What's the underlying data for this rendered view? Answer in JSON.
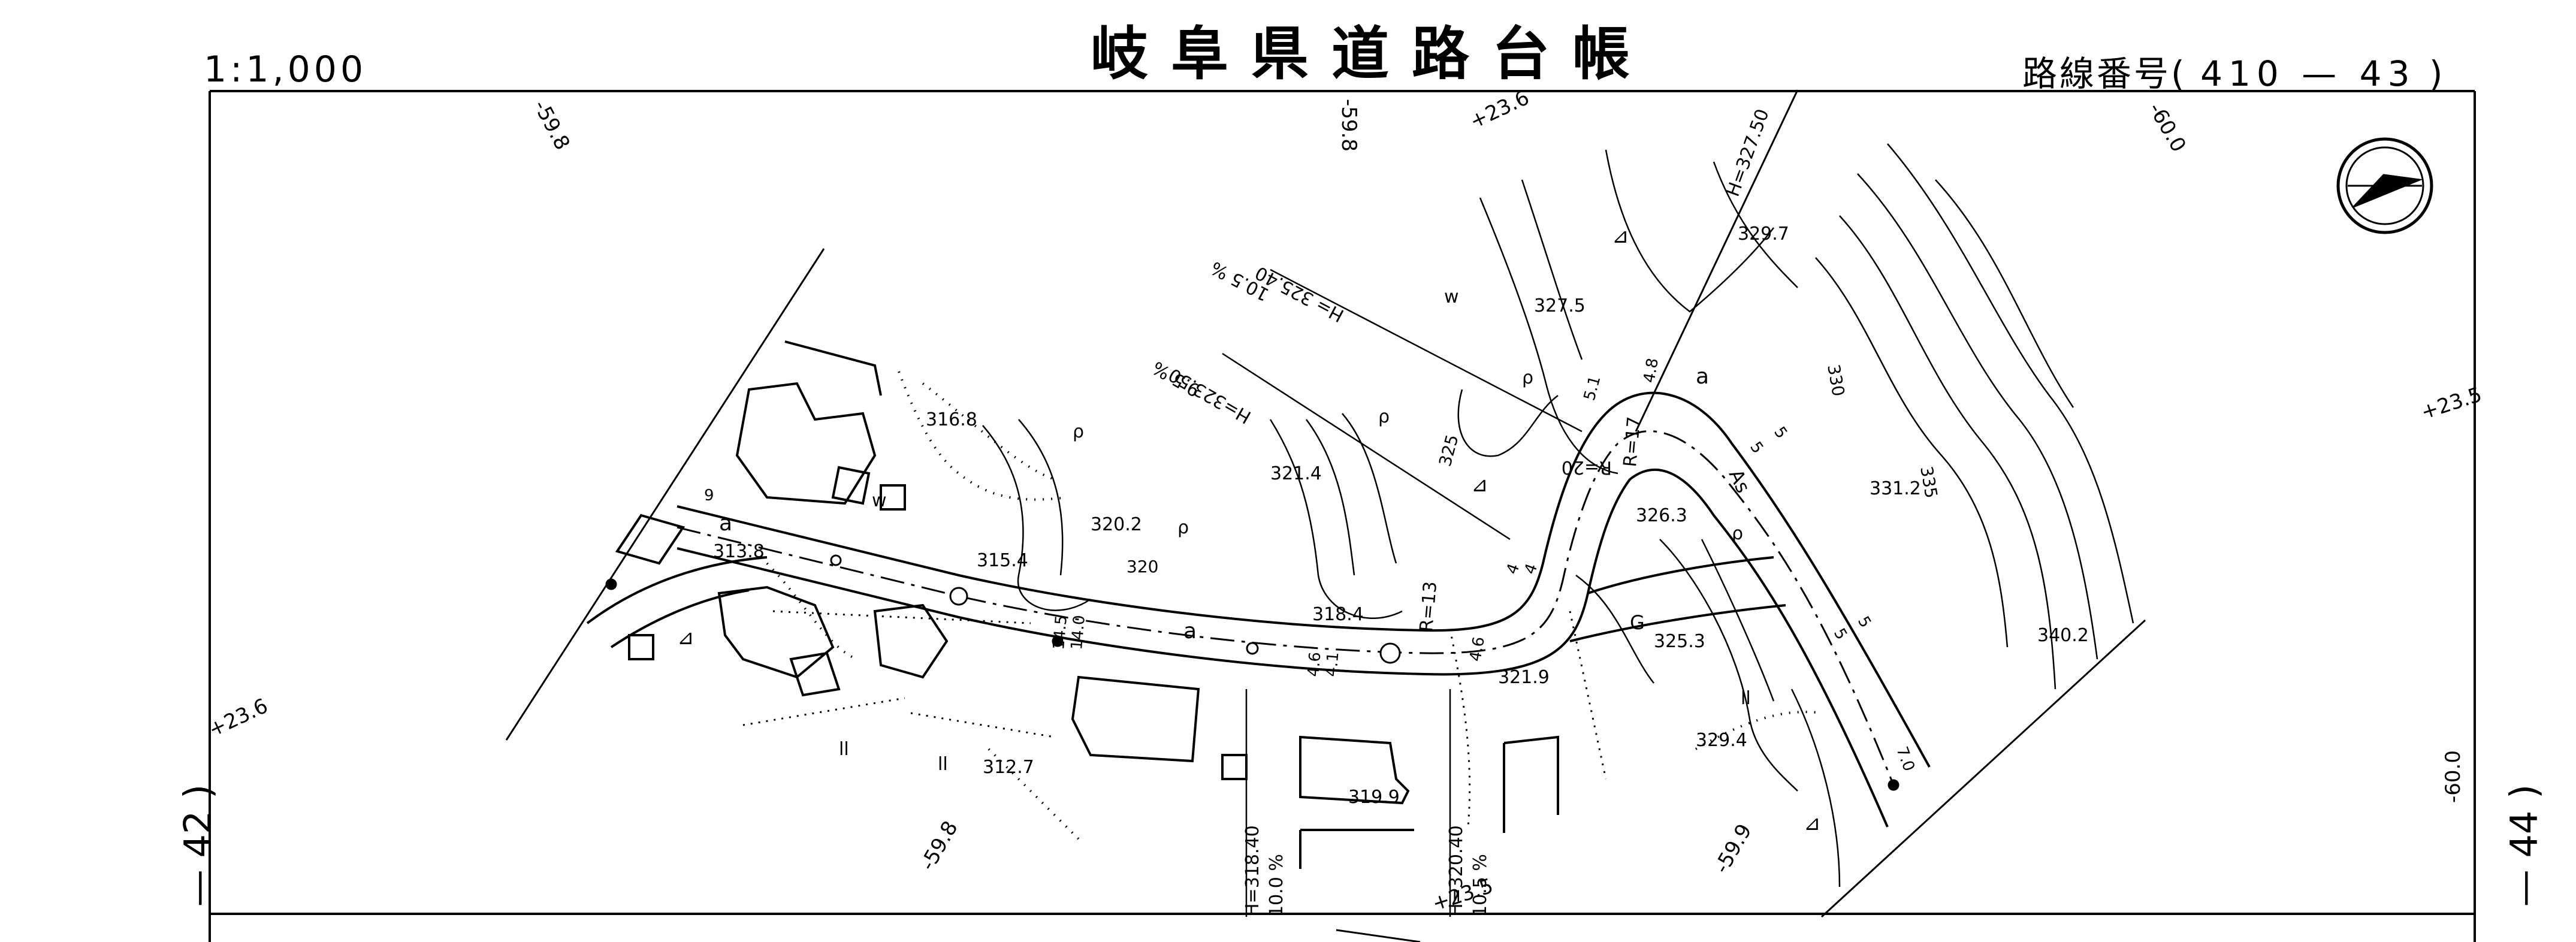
{
  "sheet": {
    "scale": "1:1,000",
    "title": "岐阜県道路台帳",
    "route_label": "路線番号",
    "route_number": "410 — 43",
    "sheet_left": "— 42 )",
    "sheet_right": "— 44 )"
  },
  "map": {
    "elevations": [
      "316.8",
      "313.8",
      "315.4",
      "320.2",
      "321.4",
      "318.4",
      "321.9",
      "319.9",
      "312.7",
      "327.5",
      "329.7",
      "326.3",
      "331.2",
      "325.3",
      "329.4",
      "340.2"
    ],
    "contours": [
      "320",
      "325",
      "330",
      "335"
    ],
    "grades": [
      "10.5 %",
      "9.5 %",
      "10.0 %",
      "10.5 %"
    ],
    "heights": [
      "H= 325.40",
      "H=323.50",
      "H=327.50",
      "H=318.40",
      "H=320.40"
    ],
    "curves": [
      "R=13",
      "R=17",
      "R=20"
    ],
    "widths": [
      "14.5",
      "14.0",
      "4.6",
      "4.1",
      "4.6",
      "5.1",
      "4.8",
      "4",
      "9",
      "4",
      "5",
      "5",
      "5",
      "5",
      "7.0"
    ],
    "road_marks": [
      "a",
      "a",
      "a",
      "G",
      "As",
      "ρ",
      "ρ",
      "ρ",
      "ρ",
      "ρ",
      "w",
      "w",
      "ll",
      "ll",
      "ll",
      "⊿",
      "⊿",
      "⊿",
      "⊿"
    ],
    "grid": [
      "-59.8",
      "-59.8",
      "-59.8",
      "-59.9",
      "+23.6",
      "+23.6",
      "-60.0",
      "+23.5",
      "+23.5",
      "-60.0"
    ]
  }
}
